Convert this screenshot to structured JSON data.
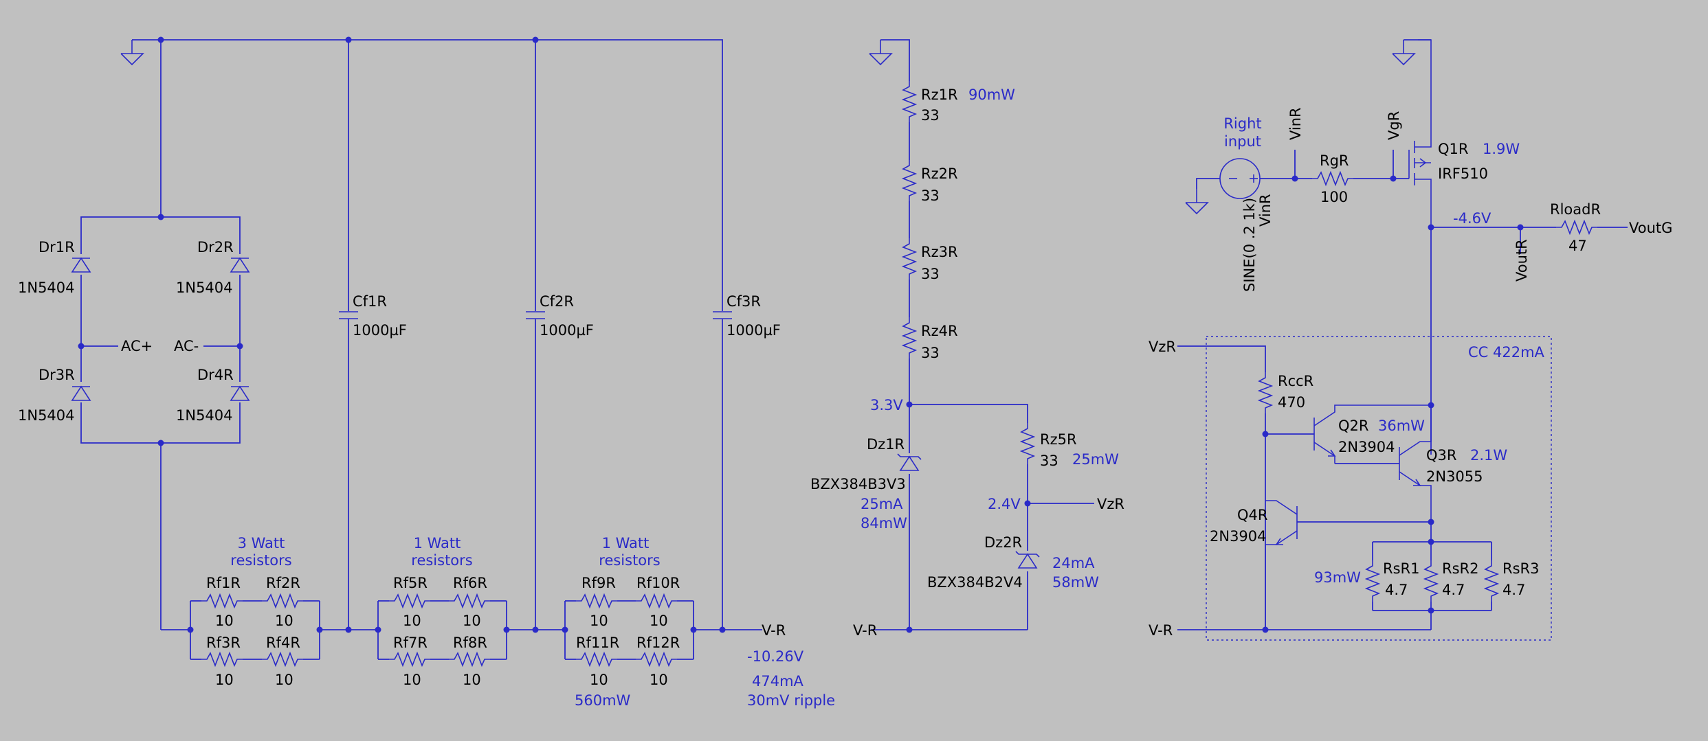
{
  "power_supply": {
    "bridge": [
      {
        "ref": "Dr1R",
        "part": "1N5404"
      },
      {
        "ref": "Dr2R",
        "part": "1N5404"
      },
      {
        "ref": "Dr3R",
        "part": "1N5404"
      },
      {
        "ref": "Dr4R",
        "part": "1N5404"
      }
    ],
    "ac_plus": "AC+",
    "ac_minus": "AC-",
    "caps": [
      {
        "ref": "Cf1R",
        "value": "1000µF"
      },
      {
        "ref": "Cf2R",
        "value": "1000µF"
      },
      {
        "ref": "Cf3R",
        "value": "1000µF"
      }
    ],
    "filter_groups": [
      {
        "note1": "3 Watt",
        "note2": "resistors",
        "resistors": [
          {
            "ref": "Rf1R",
            "value": "10"
          },
          {
            "ref": "Rf2R",
            "value": "10"
          },
          {
            "ref": "Rf3R",
            "value": "10"
          },
          {
            "ref": "Rf4R",
            "value": "10"
          }
        ]
      },
      {
        "note1": "1 Watt",
        "note2": "resistors",
        "resistors": [
          {
            "ref": "Rf5R",
            "value": "10"
          },
          {
            "ref": "Rf6R",
            "value": "10"
          },
          {
            "ref": "Rf7R",
            "value": "10"
          },
          {
            "ref": "Rf8R",
            "value": "10"
          }
        ]
      },
      {
        "note1": "1 Watt",
        "note2": "resistors",
        "resistors": [
          {
            "ref": "Rf9R",
            "value": "10"
          },
          {
            "ref": "Rf10R",
            "value": "10"
          },
          {
            "ref": "Rf11R",
            "value": "10"
          },
          {
            "ref": "Rf12R",
            "value": "10"
          }
        ]
      }
    ],
    "rail_label": "V-R",
    "rail_voltage": "-10.26V",
    "rail_current": "474mA",
    "rail_ripple": "30mV ripple",
    "filter_power": "560mW"
  },
  "zener_ref": {
    "resistors": [
      {
        "ref": "Rz1R",
        "value": "33",
        "power": "90mW"
      },
      {
        "ref": "Rz2R",
        "value": "33"
      },
      {
        "ref": "Rz3R",
        "value": "33"
      },
      {
        "ref": "Rz4R",
        "value": "33"
      }
    ],
    "node_33": "3.3V",
    "dz1": {
      "ref": "Dz1R",
      "part": "BZX384B3V3",
      "current": "25mA",
      "power": "84mW"
    },
    "rz5": {
      "ref": "Rz5R",
      "value": "33",
      "power": "25mW"
    },
    "node_24": "2.4V",
    "vz_label": "VzR",
    "dz2": {
      "ref": "Dz2R",
      "part": "BZX384B2V4",
      "current": "24mA",
      "power": "58mW"
    },
    "rail_label": "V-R"
  },
  "amplifier": {
    "input_note1": "Right",
    "input_note2": "input",
    "source_value": "SINE(0 .2 1k)",
    "source_ref": "VinR",
    "vin_label": "VinR",
    "rg": {
      "ref": "RgR",
      "value": "100"
    },
    "vg_label": "VgR",
    "q1": {
      "ref": "Q1R",
      "part": "IRF510",
      "power": "1.9W"
    },
    "out_voltage": "-4.6V",
    "rload": {
      "ref": "RloadR",
      "value": "47"
    },
    "vout_label": "VoutR",
    "voutg_label": "VoutG",
    "cc_label": "CC 422mA",
    "vz_in": "VzR",
    "rcc": {
      "ref": "RccR",
      "value": "470"
    },
    "q2": {
      "ref": "Q2R",
      "part": "2N3904",
      "power": "36mW"
    },
    "q3": {
      "ref": "Q3R",
      "part": "2N3055",
      "power": "2.1W"
    },
    "q4": {
      "ref": "Q4R",
      "part": "2N3904"
    },
    "rs_power": "93mW",
    "rs": [
      {
        "ref": "RsR1",
        "value": "4.7"
      },
      {
        "ref": "RsR2",
        "value": "4.7"
      },
      {
        "ref": "RsR3",
        "value": "4.7"
      }
    ],
    "rail_label": "V-R"
  }
}
